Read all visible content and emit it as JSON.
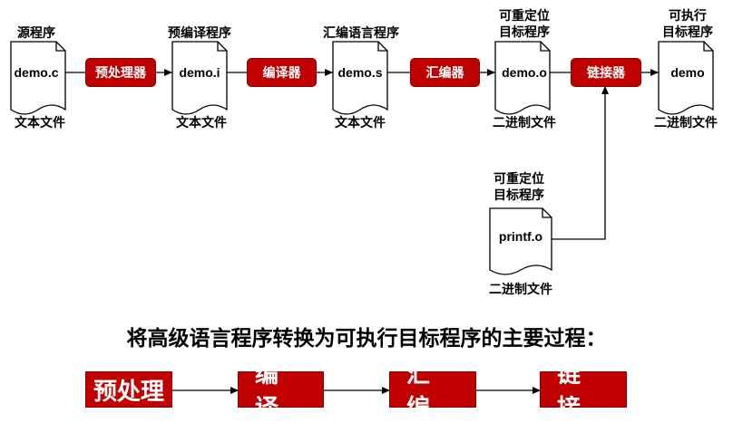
{
  "top_labels": {
    "source": "源程序",
    "preprocessed": "预编译程序",
    "assembly": "汇编语言程序",
    "relocatable": [
      "可重定位",
      "目标程序"
    ],
    "executable": [
      "可执行",
      "目标程序"
    ],
    "printf_relocatable": [
      "可重定位",
      "目标程序"
    ]
  },
  "files": {
    "c": "demo.c",
    "i": "demo.i",
    "s": "demo.s",
    "o": "demo.o",
    "exe": "demo",
    "printf": "printf.o"
  },
  "file_types": {
    "text": "文本文件",
    "binary": "二进制文件"
  },
  "processors": {
    "preprocessor": "预处理器",
    "compiler": "编译器",
    "assembler": "汇编器",
    "linker": "链接器"
  },
  "summary": {
    "headline": "将高级语言程序转换为可执行目标程序的主要过程：",
    "steps": [
      "预处理",
      "编  译",
      "汇  编",
      "链  接"
    ]
  },
  "colors": {
    "accent": "#c00000",
    "line": "#000000"
  }
}
